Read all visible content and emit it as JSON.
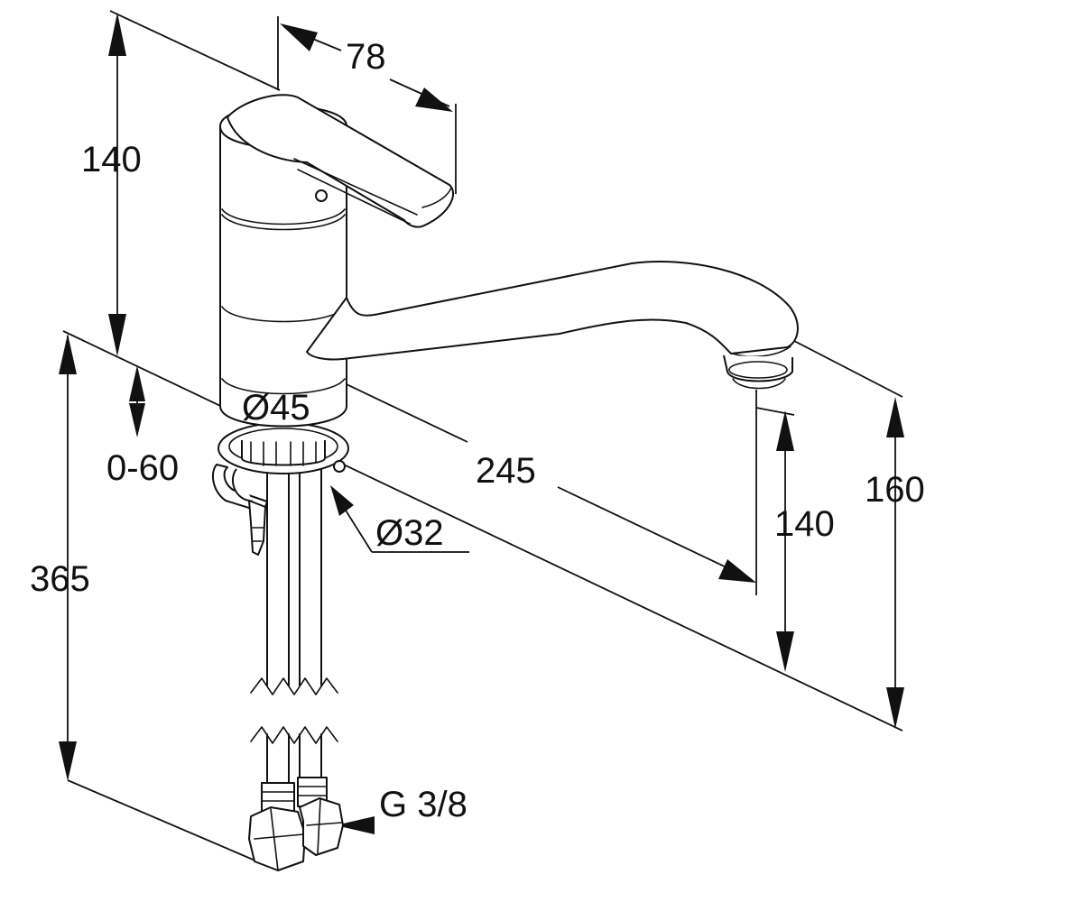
{
  "dimensions": {
    "handle_length": "78",
    "body_height": "140",
    "body_diameter": "Ø45",
    "thickness_range": "0-60",
    "hole_diameter": "Ø32",
    "total_height": "365",
    "spout_reach": "245",
    "spout_clearance": "140",
    "spout_height": "160",
    "connection_thread": "G 3/8"
  },
  "colors": {
    "line": "#111111",
    "background": "#ffffff"
  }
}
